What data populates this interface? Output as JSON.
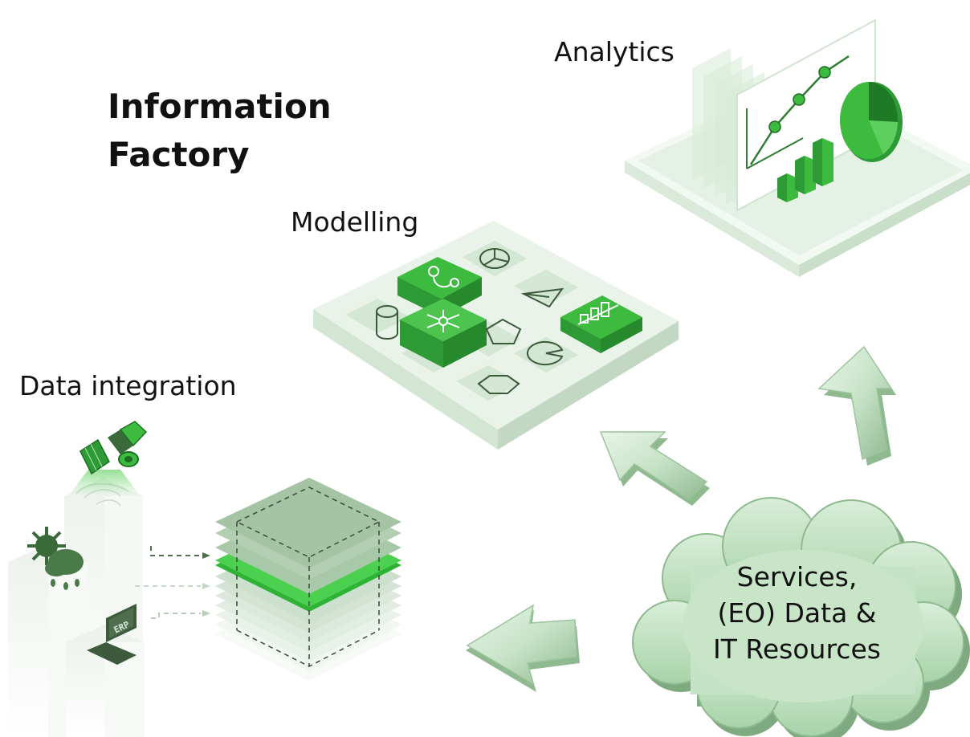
{
  "title": {
    "line1": "Information",
    "line2": "Factory"
  },
  "sections": {
    "analytics": "Analytics",
    "modelling": "Modelling",
    "data_integration": "Data integration"
  },
  "cloud": {
    "line1": "Services,",
    "line2": "(EO) Data &",
    "line3": "IT Resources"
  },
  "erp_label": "ERP",
  "colors": {
    "brand_green": "#3dbb3f",
    "dark_green": "#2e9a35",
    "platform": "#dfece0",
    "arrow": "#cfe8cf",
    "cloud": "#bfe0bf"
  },
  "icons": [
    "satellite-icon",
    "weather-icon",
    "laptop-icon",
    "database-icon",
    "network-icon",
    "pie-icon",
    "triangle-icon",
    "bar-chart-icon",
    "pacman-icon",
    "hexagon-icon",
    "pentagon-icon"
  ]
}
